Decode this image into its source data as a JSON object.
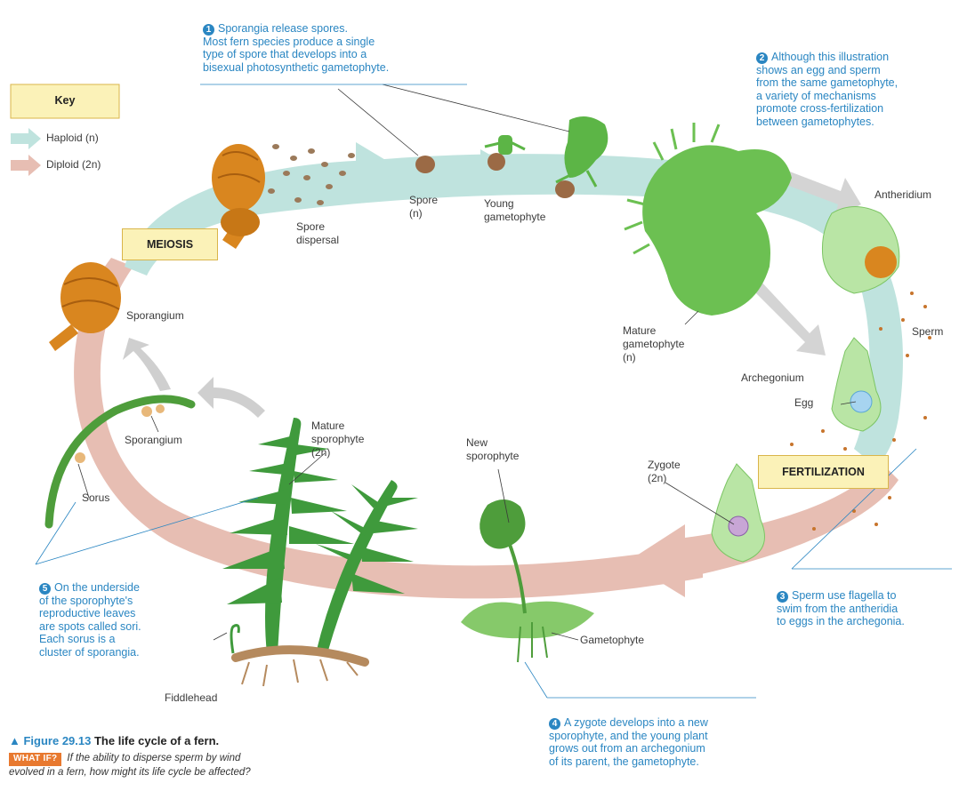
{
  "key": {
    "title": "Key",
    "haploid": "Haploid (n)",
    "diploid": "Diploid (2n)",
    "haploid_color": "#bfe3de",
    "diploid_color": "#e7beb3"
  },
  "stages": {
    "meiosis": "MEIOSIS",
    "fertilization": "FERTILIZATION"
  },
  "labels": {
    "spore_dispersal": "Spore\ndispersal",
    "spore": "Spore\n(n)",
    "young_gametophyte": "Young\ngametophyte",
    "antheridium": "Antheridium",
    "sperm": "Sperm",
    "mature_gametophyte": "Mature\ngametophyte\n(n)",
    "archegonium": "Archegonium",
    "egg": "Egg",
    "zygote": "Zygote\n(2n)",
    "sporangium_upper": "Sporangium",
    "sporangium_lower": "Sporangium",
    "sorus": "Sorus",
    "mature_sporophyte": "Mature\nsporophyte\n(2n)",
    "new_sporophyte": "New\nsporophyte",
    "gametophyte": "Gametophyte",
    "fiddlehead": "Fiddlehead"
  },
  "steps": [
    {
      "num": "1",
      "text": "Sporangia release spores.\nMost fern species produce a single\ntype of spore that develops into a\nbisexual photosynthetic gametophyte."
    },
    {
      "num": "2",
      "text": "Although this illustration\nshows an egg and sperm\nfrom the same gametophyte,\na variety of mechanisms\npromote cross-fertilization\nbetween gametophytes."
    },
    {
      "num": "3",
      "text": "Sperm use flagella to\nswim from the antheridia\nto eggs in the archegonia."
    },
    {
      "num": "4",
      "text": "A zygote develops into a new\nsporophyte, and the young plant\ngrows out from an archegonium\nof its parent, the gametophyte."
    },
    {
      "num": "5",
      "text": "On the underside\nof the sporophyte's\nreproductive leaves\nare spots called sori.\nEach sorus is a\ncluster of sporangia."
    }
  ],
  "caption": {
    "marker": "▲ Figure 29.13",
    "title": "The life cycle of a fern.",
    "whatif_tag": "WHAT IF?",
    "whatif_text": "If the ability to disperse sperm by wind\nevolved in a fern, how might its life cycle be affected?"
  },
  "colors": {
    "accent_blue": "#2a86c2",
    "label_box": "#fbf2b8",
    "whatif_orange": "#e8792f",
    "plant_green": "#5cb546",
    "sporangium_orange": "#d9861f"
  }
}
